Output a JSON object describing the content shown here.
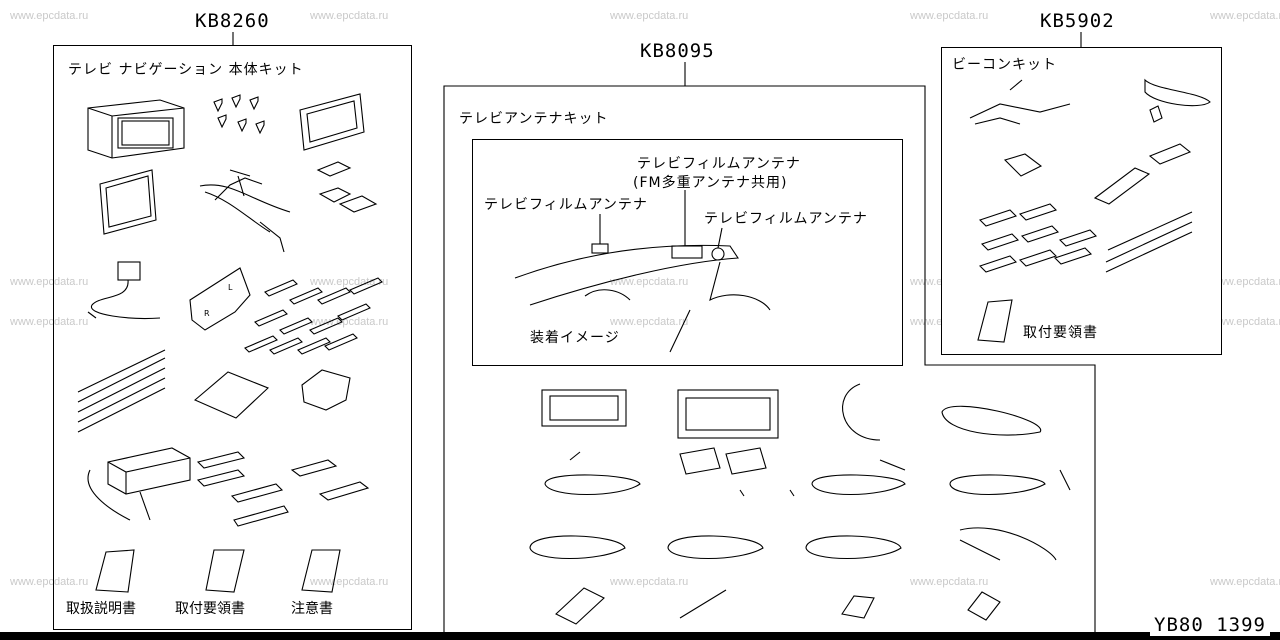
{
  "watermark": "www.epcdata.ru",
  "kits": [
    {
      "code": "KB8260",
      "title": "テレビ ナビゲーション 本体キット",
      "documents": [
        "取扱説明書",
        "取付要領書",
        "注意書"
      ]
    },
    {
      "code": "KB8095",
      "title": "テレビアンテナキット",
      "inset": {
        "antenna_center_line1": "テレビフィルムアンテナ",
        "antenna_center_line2": "(FM多重アンテナ共用)",
        "antenna_left": "テレビフィルムアンテナ",
        "antenna_right": "テレビフィルムアンテナ",
        "caption": "装着イメージ"
      }
    },
    {
      "code": "KB5902",
      "title": "ビーコンキット",
      "documents": [
        "取付要領書"
      ]
    }
  ],
  "bracket_labels": [
    "L",
    "R"
  ],
  "page_id": "YB80 1399"
}
